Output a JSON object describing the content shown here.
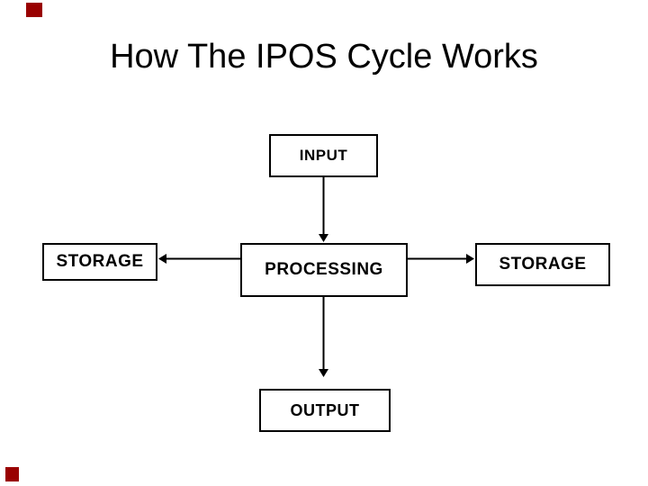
{
  "slide": {
    "title": "How The IPOS Cycle Works",
    "background_color": "#ffffff",
    "text_color": "#000000",
    "line_color": "#000000",
    "corner_mark_color": "#990000"
  },
  "diagram": {
    "type": "flowchart",
    "nodes": [
      {
        "id": "input",
        "label": "INPUT"
      },
      {
        "id": "processing",
        "label": "PROCESSING"
      },
      {
        "id": "storage-left",
        "label": "STORAGE"
      },
      {
        "id": "storage-right",
        "label": "STORAGE"
      },
      {
        "id": "output",
        "label": "OUTPUT"
      }
    ],
    "edges": [
      {
        "from": "input",
        "to": "processing",
        "arrow_direction": "down"
      },
      {
        "from": "processing",
        "to": "storage-left",
        "arrow_direction": "left"
      },
      {
        "from": "processing",
        "to": "storage-right",
        "arrow_direction": "right"
      },
      {
        "from": "processing",
        "to": "output",
        "arrow_direction": "down"
      }
    ]
  }
}
